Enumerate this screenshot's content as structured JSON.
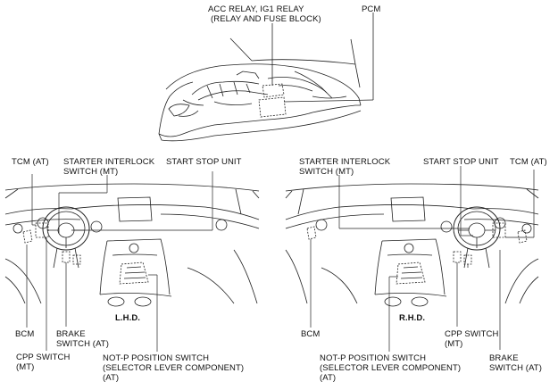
{
  "engine_bay": {
    "acc_relay": "ACC RELAY, IG1 RELAY",
    "acc_relay_location": "(RELAY AND FUSE BLOCK)",
    "pcm": "PCM"
  },
  "lhd": {
    "panel_label": "L.H.D.",
    "tcm": "TCM (AT)",
    "starter_interlock_1": "STARTER INTERLOCK",
    "starter_interlock_2": "SWITCH (MT)",
    "start_stop_unit": "START STOP UNIT",
    "bcm": "BCM",
    "brake_switch_1": "BRAKE",
    "brake_switch_2": "SWITCH (AT)",
    "cpp_switch_1": "CPP SWITCH",
    "cpp_switch_2": "(MT)",
    "not_p_1": "NOT-P POSITION SWITCH",
    "not_p_2": "(SELECTOR LEVER COMPONENT)",
    "not_p_3": "(AT)"
  },
  "rhd": {
    "panel_label": "R.H.D.",
    "starter_interlock_1": "STARTER INTERLOCK",
    "starter_interlock_2": "SWITCH (MT)",
    "start_stop_unit": "START STOP UNIT",
    "tcm": "TCM (AT)",
    "bcm": "BCM",
    "cpp_switch_1": "CPP SWITCH",
    "cpp_switch_2": "(MT)",
    "not_p_1": "NOT-P POSITION SWITCH",
    "not_p_2": "(SELECTOR LEVER COMPONENT)",
    "not_p_3": "(AT)",
    "brake_switch_1": "BRAKE",
    "brake_switch_2": "SWITCH (AT)"
  }
}
